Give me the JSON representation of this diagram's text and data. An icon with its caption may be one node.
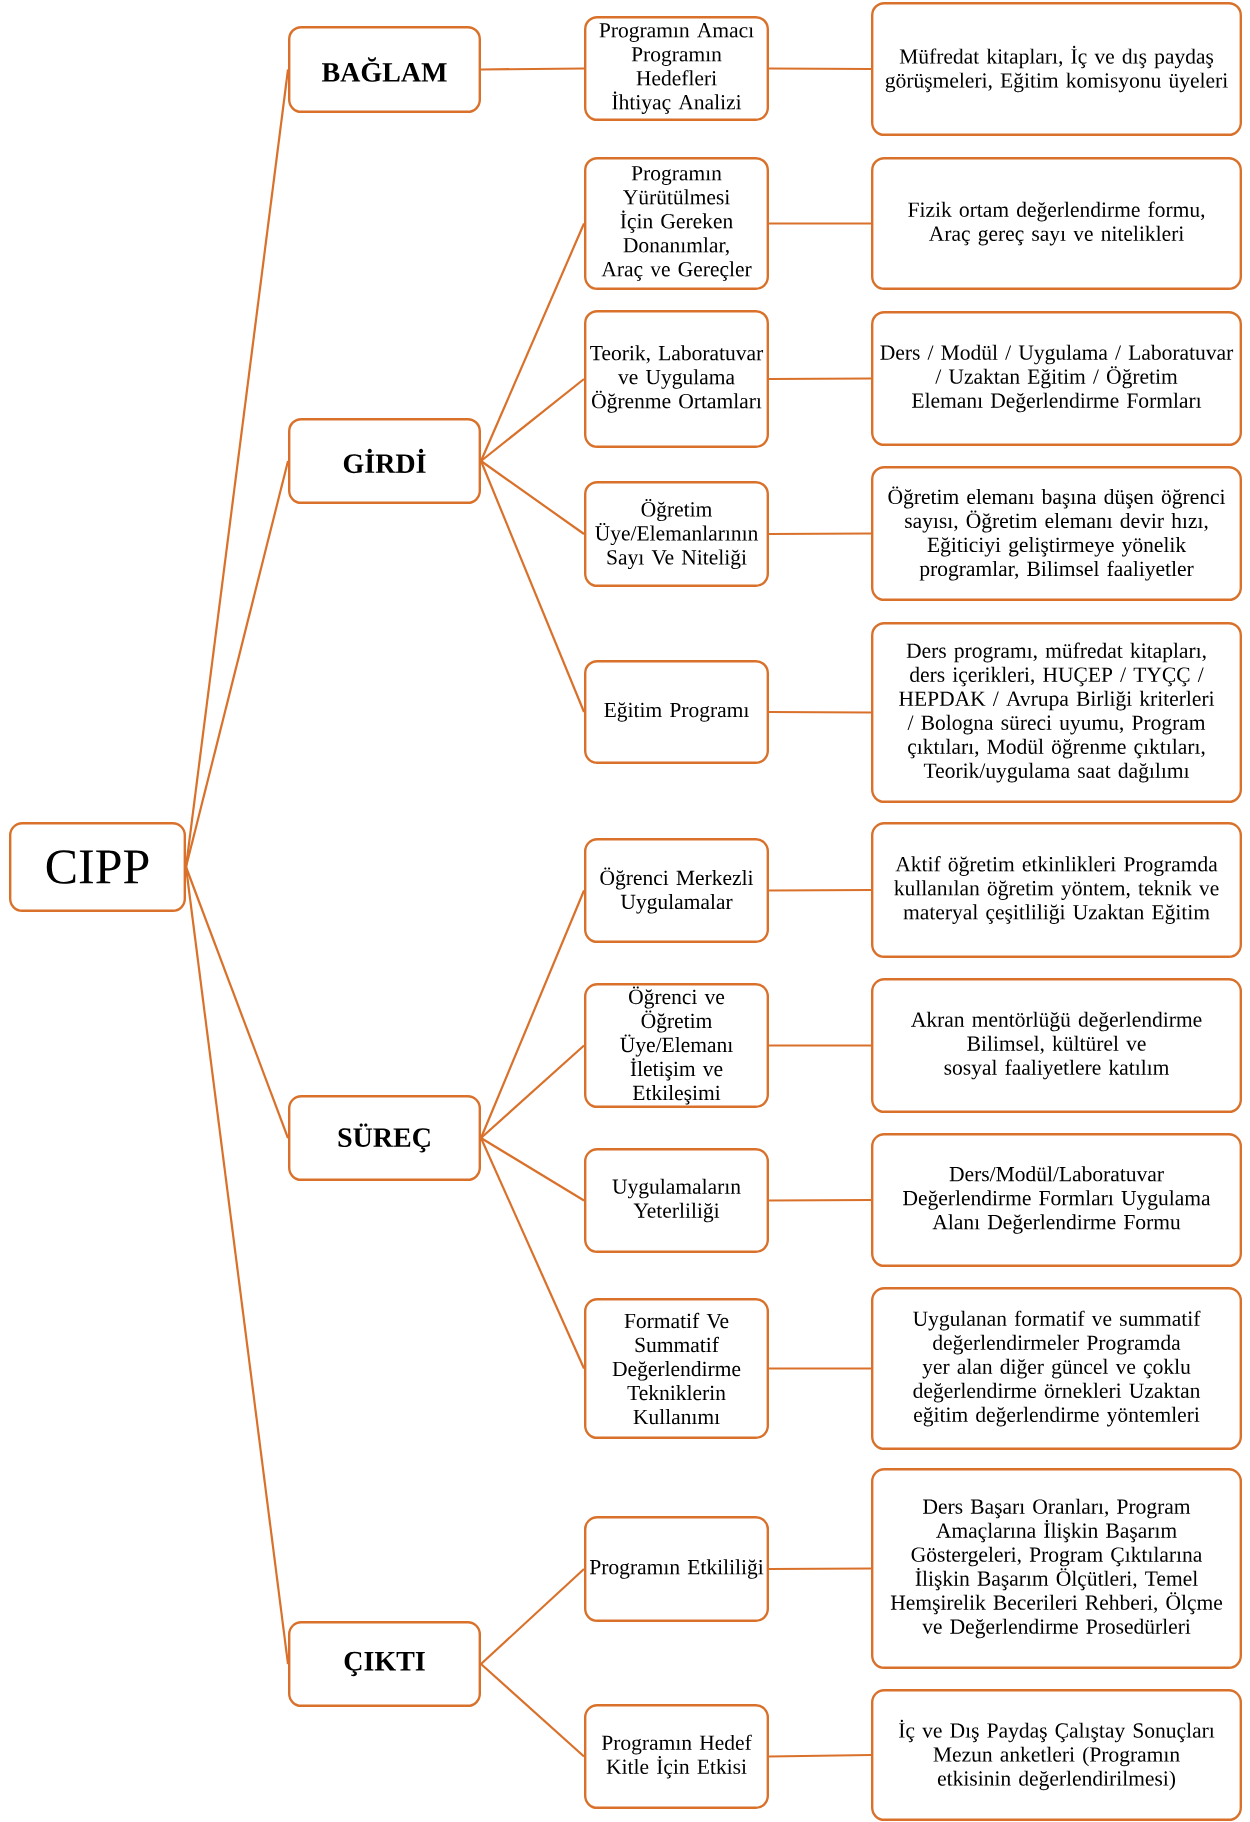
{
  "diagram": {
    "nodes": [
      {
        "text": [
          "CIPP"
        ]
      },
      {
        "text": [
          "BAĞLAM"
        ]
      },
      {
        "text": [
          "Programın Amacı Programın Hedefleri İhtiyaç Analizi"
        ]
      },
      {
        "text": [
          "Müfredat kitapları, İç ve dış paydaş görüşmeleri, Eğitim komisyonu üyeleri"
        ]
      },
      {
        "text": [
          "GİRDİ"
        ]
      },
      {
        "text": [
          "Programın Yürütülmesi İçin Gereken Donanımlar, Araç ve Gereçler"
        ]
      },
      {
        "text": [
          "Fizik ortam değerlendirme formu, Araç gereç sayı ve nitelikleri"
        ]
      },
      {
        "text": [
          "Teorik, Laboratuvar ve Uygulama Öğrenme Ortamları"
        ]
      },
      {
        "text": [
          "Ders / Modül / Uygulama / Laboratuvar / Uzaktan Eğitim / Öğretim Elemanı Değerlendirme Formları"
        ]
      },
      {
        "text": [
          "Öğretim Üye/Elemanlarının Sayı Ve Niteliği"
        ]
      },
      {
        "text": [
          "Öğretim elemanı başına düşen öğrenci sayısı, Öğretim elemanı devir hızı, Eğiticiyi geliştirmeye yönelik programlar, Bilimsel faaliyetler"
        ]
      },
      {
        "text": [
          "Eğitim Programı"
        ]
      },
      {
        "text": [
          "Ders programı, müfredat kitapları, ders içerikleri, HUÇEP / TYÇÇ / HEPDAK / Avrupa Birliği kriterleri / Bologna süreci uyumu, Program çıktıları, Modül öğrenme çıktıları, Teorik/uygulama saat dağılımı"
        ]
      },
      {
        "text": [
          "SÜREÇ"
        ]
      },
      {
        "text": [
          "Öğrenci Merkezli Uygulamalar"
        ]
      },
      {
        "text": [
          "Aktif öğretim etkinlikleri Programda kullanılan öğretim yöntem, teknik ve materyal çeşitliliği Uzaktan Eğitim"
        ]
      },
      {
        "text": [
          "Öğrenci ve Öğretim Üye/Elemanı İletişim ve Etkileşimi"
        ]
      },
      {
        "text": [
          "Akran mentörlüğü değerlendirme Bilimsel, kültürel ve sosyal faaliyetlere katılım"
        ]
      },
      {
        "text": [
          "Uygulamaların Yeterliliği"
        ]
      },
      {
        "text": [
          "Ders/Modül/Laboratuvar Değerlendirme Formları Uygulama Alanı Değerlendirme Formu"
        ]
      },
      {
        "text": [
          "Formatif Ve Summatif Değerlendirme Tekniklerin Kullanımı"
        ]
      },
      {
        "text": [
          "Uygulanan formatif ve summatif değerlendirmeler Programda yer alan diğer güncel ve çoklu değerlendirme örnekleri Uzaktan eğitim değerlendirme yöntemleri"
        ]
      },
      {
        "text": [
          "ÇIKTI"
        ]
      },
      {
        "text": [
          "Programın Etkililiği"
        ]
      },
      {
        "text": [
          "Ders Başarı Oranları, Program Amaçlarına İlişkin Başarım Göstergeleri, Program Çıktılarına İlişkin Başarım Ölçütleri, Temel Hemşirelik Becerileri Rehberi, Ölçme ve Değerlendirme Prosedürleri"
        ]
      },
      {
        "text": [
          "Programın Hedef Kitle İçin Etkisi"
        ]
      },
      {
        "text": [
          "İç ve Dış Paydaş Çalıştay Sonuçları Mezun anketleri (Programın etkisinin değerlendirilmesi)"
        ]
      }
    ],
    "edges": [
      {
        "from": 0,
        "to": 1,
        "arrow": "none"
      },
      {
        "from": 0,
        "to": 4,
        "arrow": "none"
      },
      {
        "from": 0,
        "to": 13,
        "arrow": "none"
      },
      {
        "from": 0,
        "to": 22,
        "arrow": "none"
      },
      {
        "from": 1,
        "to": 2,
        "arrow": "none"
      },
      {
        "from": 2,
        "to": 3,
        "arrow": "none"
      },
      {
        "from": 4,
        "to": 5,
        "arrow": "none"
      },
      {
        "from": 5,
        "to": 6,
        "arrow": "none"
      },
      {
        "from": 4,
        "to": 7,
        "arrow": "none"
      },
      {
        "from": 7,
        "to": 8,
        "arrow": "none"
      },
      {
        "from": 4,
        "to": 9,
        "arrow": "none"
      },
      {
        "from": 9,
        "to": 10,
        "arrow": "none"
      },
      {
        "from": 4,
        "to": 11,
        "arrow": "none"
      },
      {
        "from": 11,
        "to": 12,
        "arrow": "none"
      },
      {
        "from": 13,
        "to": 14,
        "arrow": "none"
      },
      {
        "from": 14,
        "to": 15,
        "arrow": "none"
      },
      {
        "from": 13,
        "to": 16,
        "arrow": "none"
      },
      {
        "from": 16,
        "to": 17,
        "arrow": "none"
      },
      {
        "from": 13,
        "to": 18,
        "arrow": "none"
      },
      {
        "from": 18,
        "to": 19,
        "arrow": "none"
      },
      {
        "from": 13,
        "to": 20,
        "arrow": "none"
      },
      {
        "from": 20,
        "to": 21,
        "arrow": "none"
      },
      {
        "from": 22,
        "to": 23,
        "arrow": "none"
      },
      {
        "from": 23,
        "to": 24,
        "arrow": "none"
      },
      {
        "from": 22,
        "to": 25,
        "arrow": "none"
      },
      {
        "from": 25,
        "to": 26,
        "arrow": "none"
      }
    ]
  }
}
